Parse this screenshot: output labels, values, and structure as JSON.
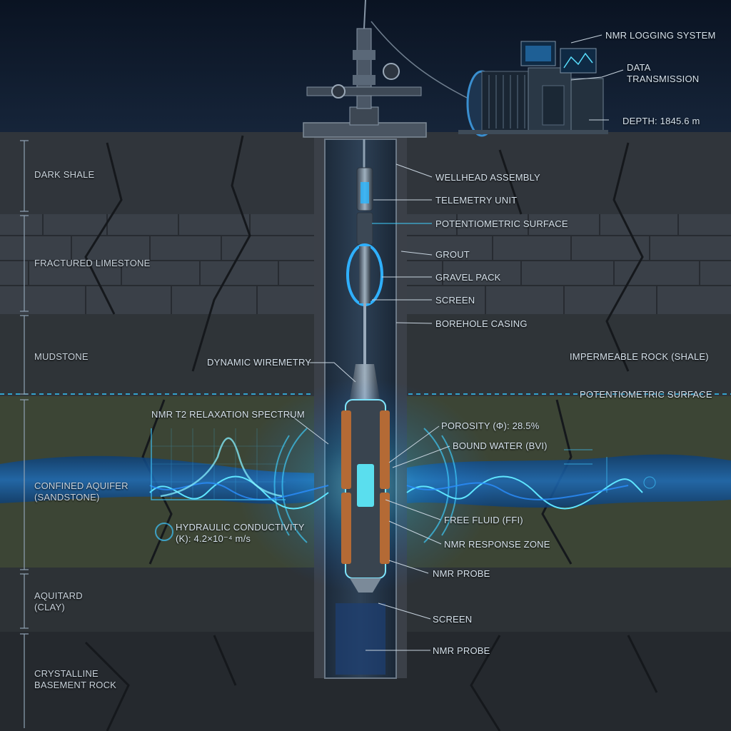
{
  "colors": {
    "sky": "#0b1626",
    "rock": "#2b3036",
    "aquifer": "#3f4836",
    "water": "#1a5d9e",
    "glow": "#35d4ff",
    "label": "#d6e2ec"
  },
  "layers": [
    {
      "id": "dark-shale",
      "label": "DARK SHALE"
    },
    {
      "id": "fractured-limestone",
      "label": "FRACTURED LIMESTONE"
    },
    {
      "id": "mudstone",
      "label": "MUDSTONE"
    },
    {
      "id": "confined-aquifer",
      "label": "CONFINED AQUIFER\n(SANDSTONE)"
    },
    {
      "id": "aquitard",
      "label": "AQUITARD\n(CLAY)"
    },
    {
      "id": "crystalline-basement",
      "label": "CRYSTALLINE\nBASEMENT ROCK"
    }
  ],
  "surface": {
    "logging_system": "NMR LOGGING SYSTEM",
    "data_transmission": "DATA\nTRANSMISSION",
    "depth": "DEPTH: 1845.6 m"
  },
  "well": {
    "wellhead": "WELLHEAD ASSEMBLY",
    "telemetry": "TELEMETRY UNIT",
    "potentiometric_inner": "POTENTIOMETRIC SURFACE",
    "grout": "GROUT",
    "gravel": "GRAVEL PACK",
    "screen": "SCREEN",
    "casing": "BOREHOLE CASING",
    "wiremetry": "DYNAMIC WIREMETRY",
    "impermeable": "IMPERMEABLE ROCK (SHALE)",
    "potentiometric_outer": "POTENTIOMETRIC SURFACE",
    "nmr_spectrum": "NMR T2 RELAXATION SPECTRUM",
    "porosity": "POROSITY (Φ): 28.5%",
    "bvi": "BOUND WATER (BVI)",
    "ffi": "FREE FLUID (FFI)",
    "response_zone": "NMR RESPONSE ZONE",
    "hydraulic": "HYDRAULIC CONDUCTIVITY\n(K): 4.2×10⁻⁴ m/s",
    "probe_1": "NMR PROBE",
    "screen_2": "SCREEN",
    "probe_2": "NMR PROBE"
  }
}
